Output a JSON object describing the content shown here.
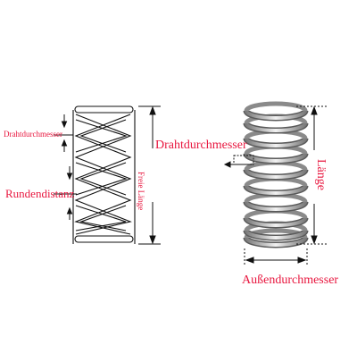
{
  "colors": {
    "label": "#e8173f",
    "line": "#111111",
    "spring_light": "#f4f4f4",
    "spring_dark": "#6e6e6e"
  },
  "left_diagram": {
    "wire_diameter_label": "Drahtdurchmesser",
    "coil_spacing_label": "Rundendistanz",
    "free_length_label": "Freie Länge"
  },
  "right_diagram": {
    "wire_diameter_label": "Drahtdurchmesser",
    "length_label": "Länge",
    "outer_diameter_label": "Außendurchmesser"
  }
}
